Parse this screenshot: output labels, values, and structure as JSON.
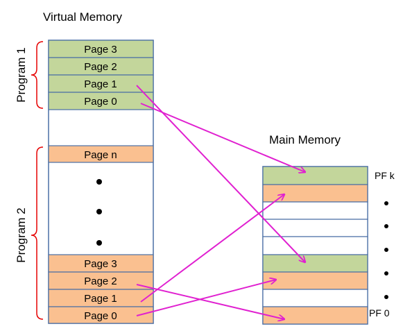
{
  "virtual_memory": {
    "title": "Virtual Memory",
    "program1_pages": [
      "Page 3",
      "Page 2",
      "Page 1",
      "Page 0"
    ],
    "program2_top_page": "Page n",
    "program2_pages": [
      "Page 3",
      "Page 2",
      "Page 1",
      "Page 0"
    ]
  },
  "programs": {
    "program1_label": "Program 1",
    "program2_label": "Program 2"
  },
  "main_memory": {
    "title": "Main Memory",
    "frame_top_label": "PF k",
    "frame_bottom_label": "PF 0"
  },
  "colors": {
    "program1_fill": "#c3d69b",
    "program2_fill": "#fac090",
    "border": "#4a6fa5",
    "bracket": "#e60000",
    "arrow": "#e020d0"
  }
}
